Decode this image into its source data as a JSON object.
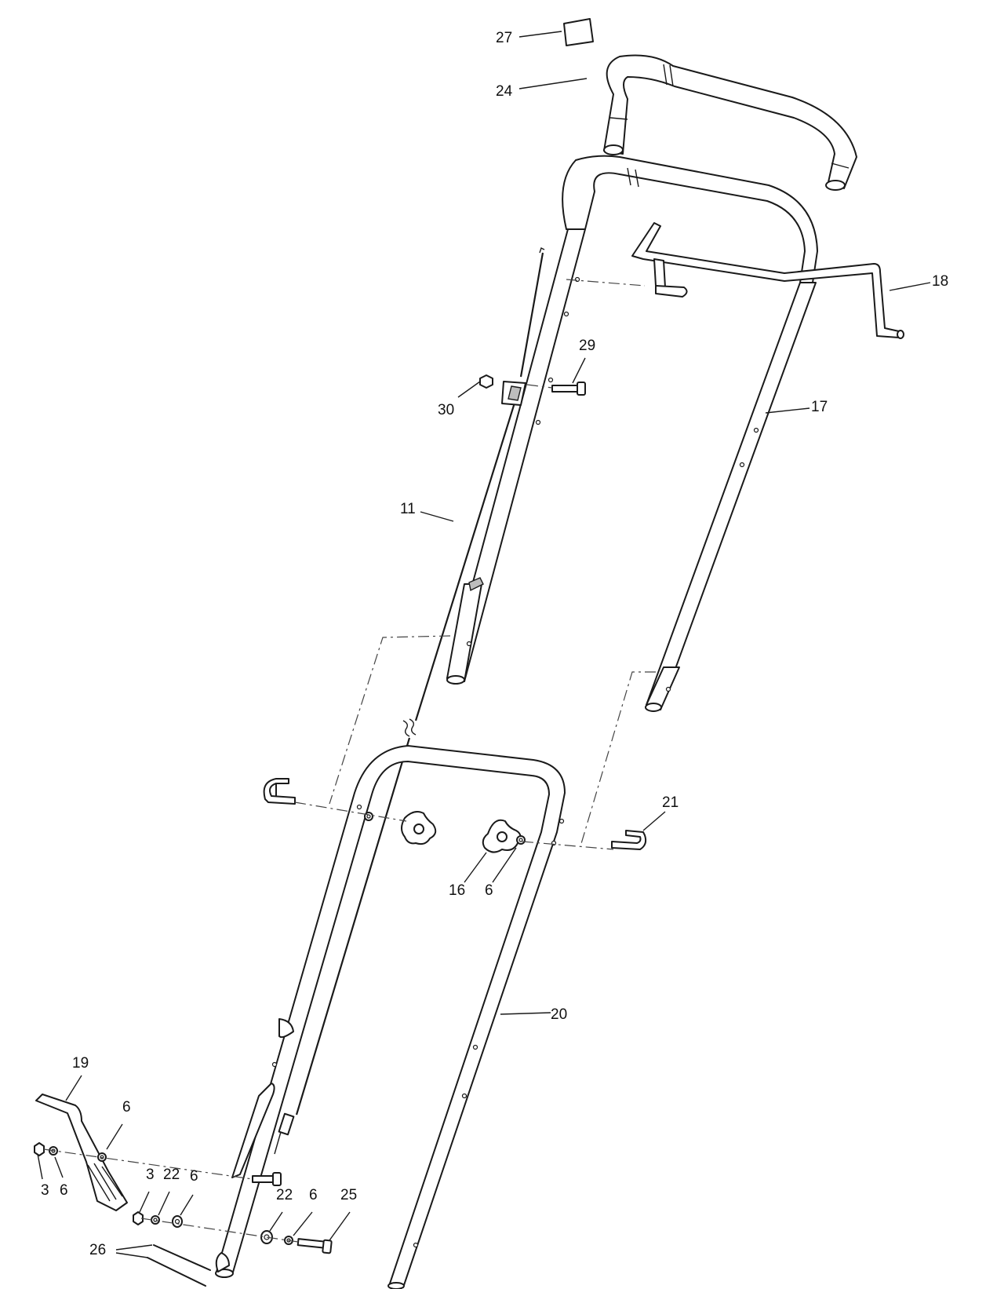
{
  "callouts": [
    {
      "id": "c27",
      "label": "27"
    },
    {
      "id": "c24",
      "label": "24"
    },
    {
      "id": "c18",
      "label": "18"
    },
    {
      "id": "c29",
      "label": "29"
    },
    {
      "id": "c30",
      "label": "30"
    },
    {
      "id": "c17",
      "label": "17"
    },
    {
      "id": "c11",
      "label": "11"
    },
    {
      "id": "c21",
      "label": "21"
    },
    {
      "id": "c16",
      "label": "16"
    },
    {
      "id": "c6a",
      "label": "6"
    },
    {
      "id": "c20",
      "label": "20"
    },
    {
      "id": "c19",
      "label": "19"
    },
    {
      "id": "c6b",
      "label": "6"
    },
    {
      "id": "c3a",
      "label": "3"
    },
    {
      "id": "c6c",
      "label": "6"
    },
    {
      "id": "c3b",
      "label": "3"
    },
    {
      "id": "c22a",
      "label": "22"
    },
    {
      "id": "c6d",
      "label": "6"
    },
    {
      "id": "c22b",
      "label": "22"
    },
    {
      "id": "c6e",
      "label": "6"
    },
    {
      "id": "c25",
      "label": "25"
    },
    {
      "id": "c26",
      "label": "26"
    }
  ]
}
